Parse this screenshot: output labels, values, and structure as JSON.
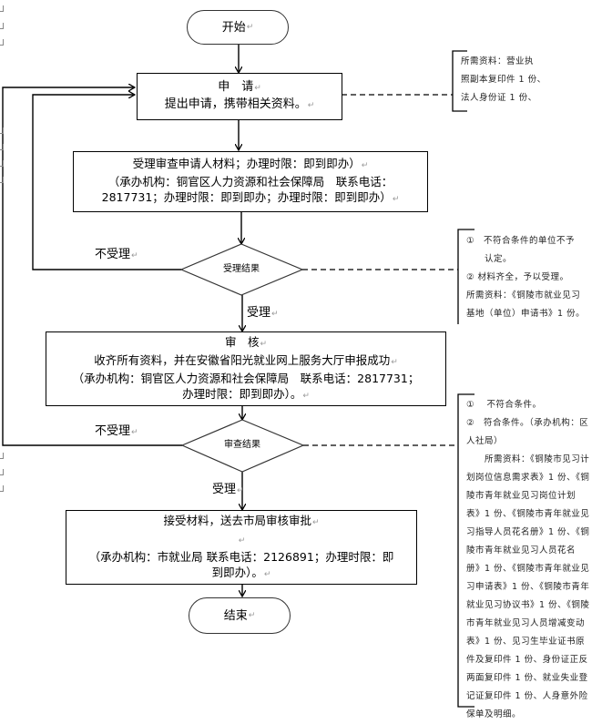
{
  "start": {
    "label": "开始"
  },
  "end": {
    "label": "结束"
  },
  "steps": {
    "apply": {
      "title": "申　请",
      "line1": "提出申请，携带相关资料。"
    },
    "accept_review": {
      "line1": "受理审查申请人材料；办理时限：即到即办）",
      "line2": "（承办机构：铜官区人力资源和社会保障局　联系电话：",
      "line3": "2817731；办理时限：即到即办；办理时限：即到即办）"
    },
    "audit": {
      "title": "审　核",
      "line1": "收齐所有资料，并在安徽省阳光就业网上服务大厅申报成功",
      "line2": "（承办机构：铜官区人力资源和社会保障局　联系电话：2817731；",
      "line3": "办理时限：即到即办）。"
    },
    "submit": {
      "line1": "接受材料，送去市局审核审批",
      "line2": "（承办机构：市就业局 联系电话：2126891；办理时限：即",
      "line3": "到即办）。"
    }
  },
  "decisions": {
    "accept_result": {
      "label": "受理结果",
      "reject_label": "不受理",
      "accept_label": "受理"
    },
    "audit_result": {
      "label": "审查结果",
      "reject_label": "不受理",
      "accept_label": "受理"
    }
  },
  "notes": {
    "apply_note": {
      "lines": [
        "所需资料：营业执",
        "照副本复印件 1 份、",
        "法人身份证 1 份、"
      ]
    },
    "accept_note": {
      "lines": [
        "①　不符合条件的单位不予",
        "　　认定。",
        "② 材料齐全，予以受理。",
        "所需资料：《铜陵市就业见习",
        "基地（单位）申请书》1 份。"
      ]
    },
    "audit_note": {
      "lines": [
        "①　 不符合条件。",
        "②　符合条件。（承办机构：区",
        "人社局）",
        "　　所需资料：《铜陵市见习计",
        "划岗位信息需求表》1 份、《铜",
        "陵市青年就业见习岗位计划",
        "表》1 份、《铜陵市青年就业见",
        "习指导人员花名册》1 份、《铜",
        "陵市青年就业见习人员花名",
        "册》1 份、《铜陵市青年就业见",
        "习申请表》1 份、《铜陵市青年",
        "就业见习协议书》1 份、《铜陵",
        "市青年就业见习人员增减变动",
        "表》1 份、见习生毕业证书原",
        "件及复印件 1 份、身份证正反",
        "两面复印件 1 份、就业失业登",
        "记证复印件 1 份、人身意外险",
        "保单及明细。"
      ]
    }
  }
}
